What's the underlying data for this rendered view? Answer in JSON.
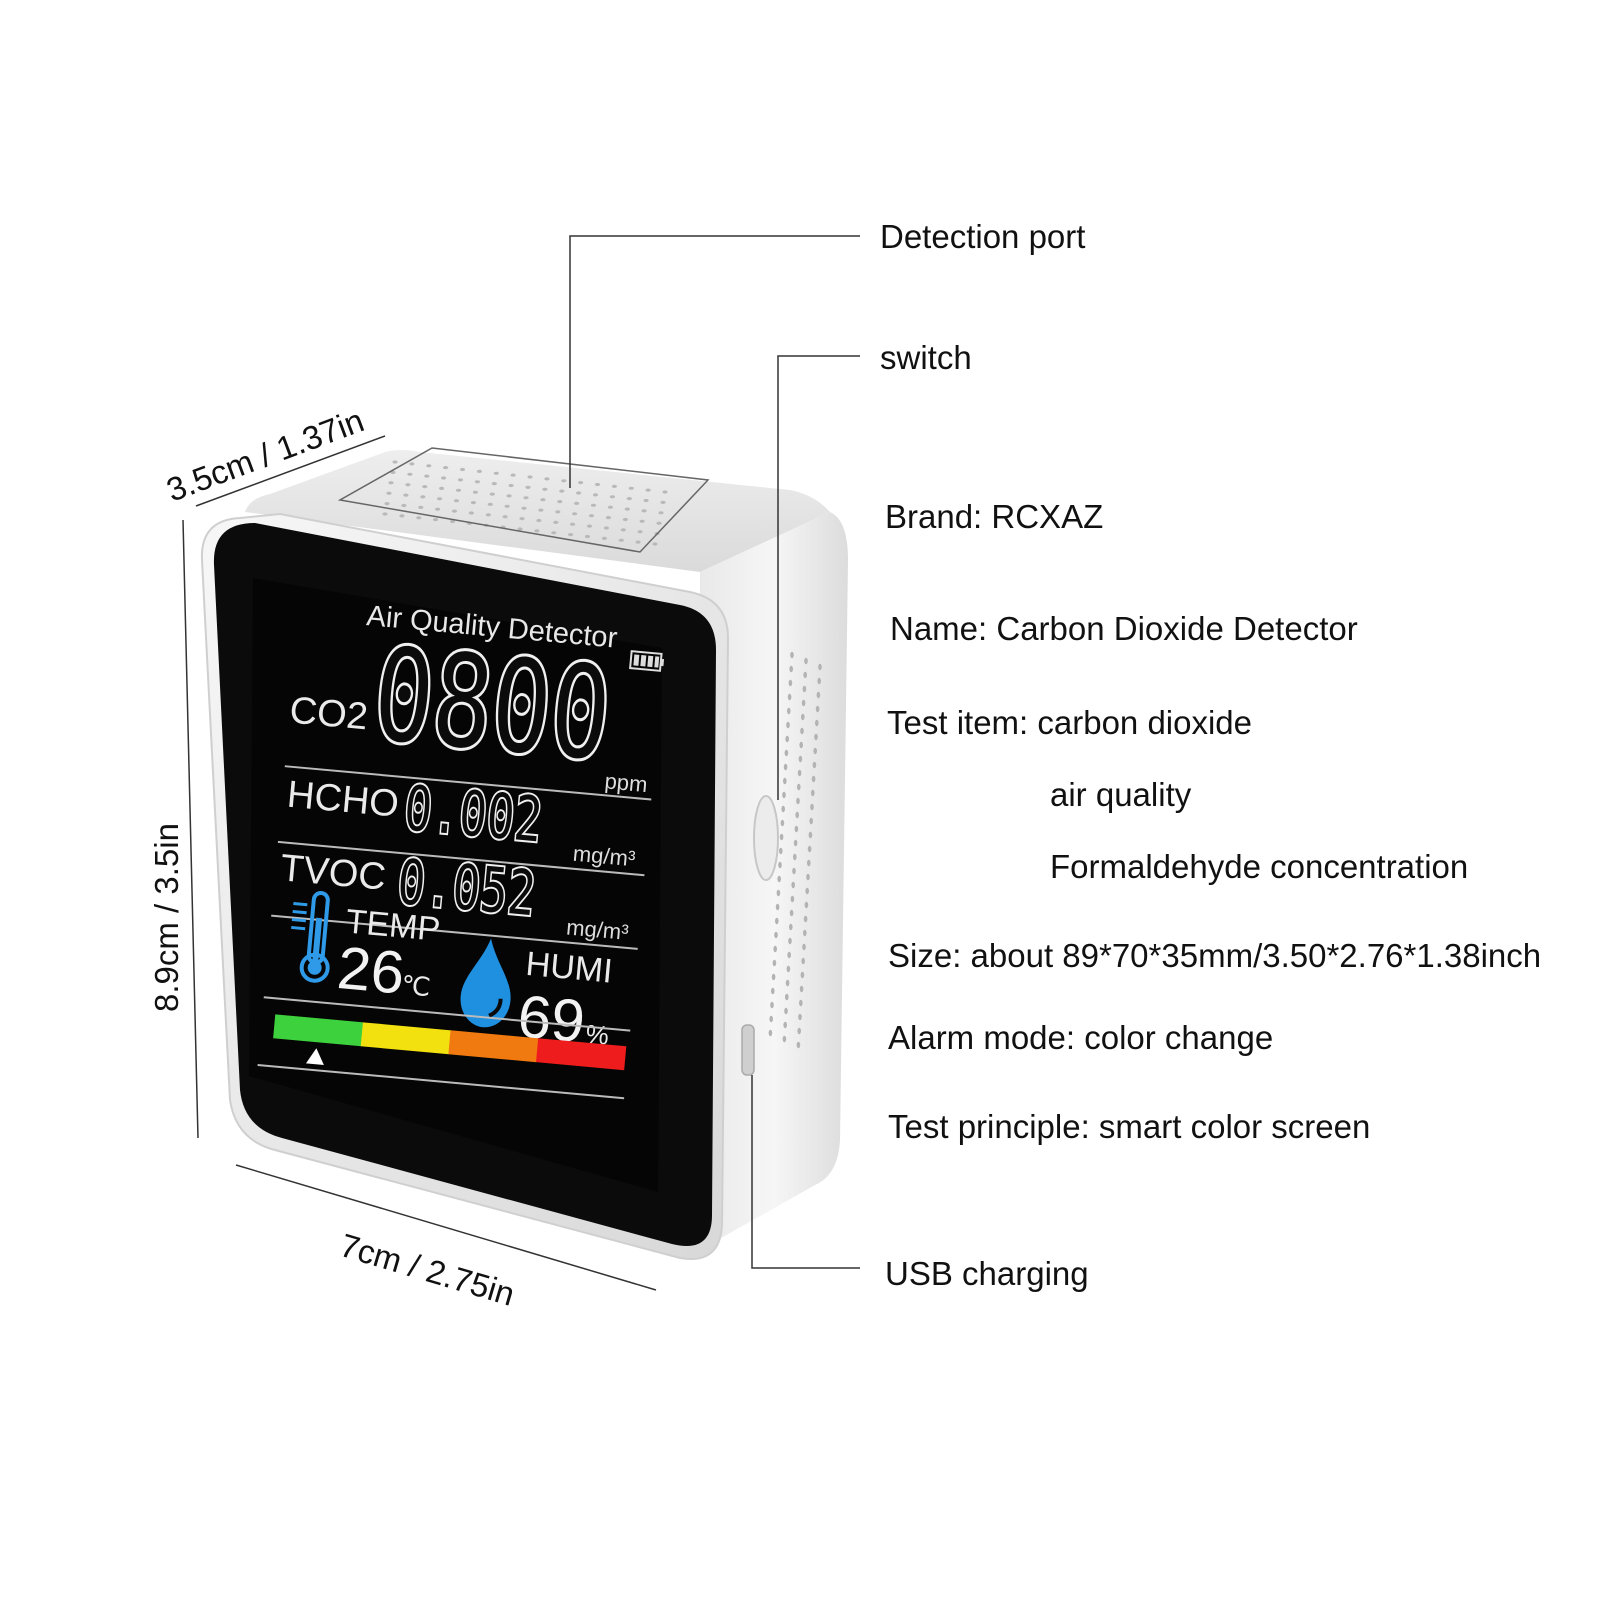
{
  "callouts": {
    "detection_port": "Detection port",
    "switch": "switch",
    "usb_charging": "USB charging"
  },
  "dimensions": {
    "depth": "3.5cm / 1.37in",
    "height": "8.9cm / 3.5in",
    "width": "7cm / 2.75in"
  },
  "specs": {
    "brand": "Brand: RCXAZ",
    "name": "Name: Carbon Dioxide Detector",
    "test_item": "Test item: carbon dioxide",
    "test_item_2": "air quality",
    "test_item_3": "Formaldehyde concentration",
    "size": "Size: about 89*70*35mm/3.50*2.76*1.38inch",
    "alarm_mode": "Alarm mode: color change",
    "test_principle": "Test principle: smart color screen"
  },
  "screen": {
    "title": "Air Quality Detector",
    "co2_label": "CO2",
    "co2_value": "0800",
    "co2_unit": "ppm",
    "hcho_label": "HCHO",
    "hcho_value": "0.002",
    "hcho_unit": "mg/m³",
    "tvoc_label": "TVOC",
    "tvoc_value": "0.052",
    "tvoc_unit": "mg/m³",
    "temp_label": "TEMP",
    "temp_value": "26",
    "temp_unit": "℃",
    "humi_label": "HUMI",
    "humi_value": "69",
    "humi_unit": "%",
    "level_colors": [
      "#3ed13e",
      "#f2e10f",
      "#f07a10",
      "#ee1c1c"
    ],
    "indicator_level": 0
  },
  "colors": {
    "thermometer": "#2f9be8",
    "droplet": "#1f8fe0"
  }
}
